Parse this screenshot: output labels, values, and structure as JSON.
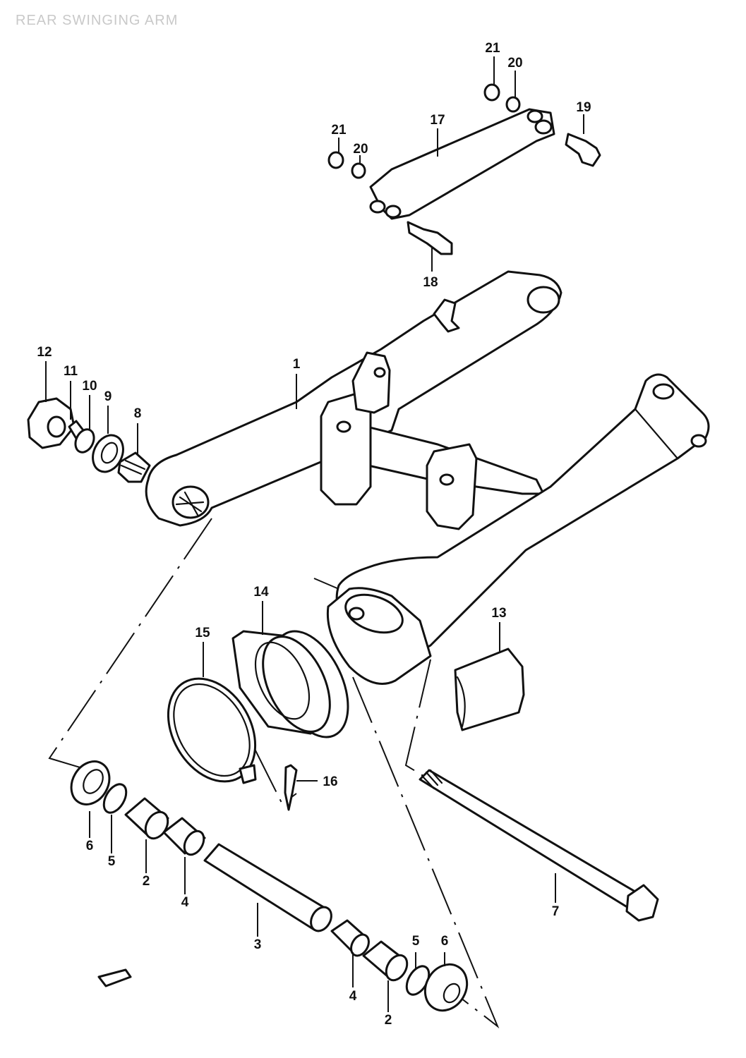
{
  "title": "REAR SWINGING ARM",
  "callouts": {
    "p1": "1",
    "p2a": "2",
    "p2b": "2",
    "p3": "3",
    "p4a": "4",
    "p4b": "4",
    "p5a": "5",
    "p5b": "5",
    "p6a": "6",
    "p6b": "6",
    "p7": "7",
    "p8": "8",
    "p9": "9",
    "p10": "10",
    "p11": "11",
    "p12": "12",
    "p13": "13",
    "p14": "14",
    "p15": "15",
    "p16": "16",
    "p17": "17",
    "p18": "18",
    "p19": "19",
    "p20a": "20",
    "p20b": "20",
    "p21a": "21",
    "p21b": "21"
  }
}
